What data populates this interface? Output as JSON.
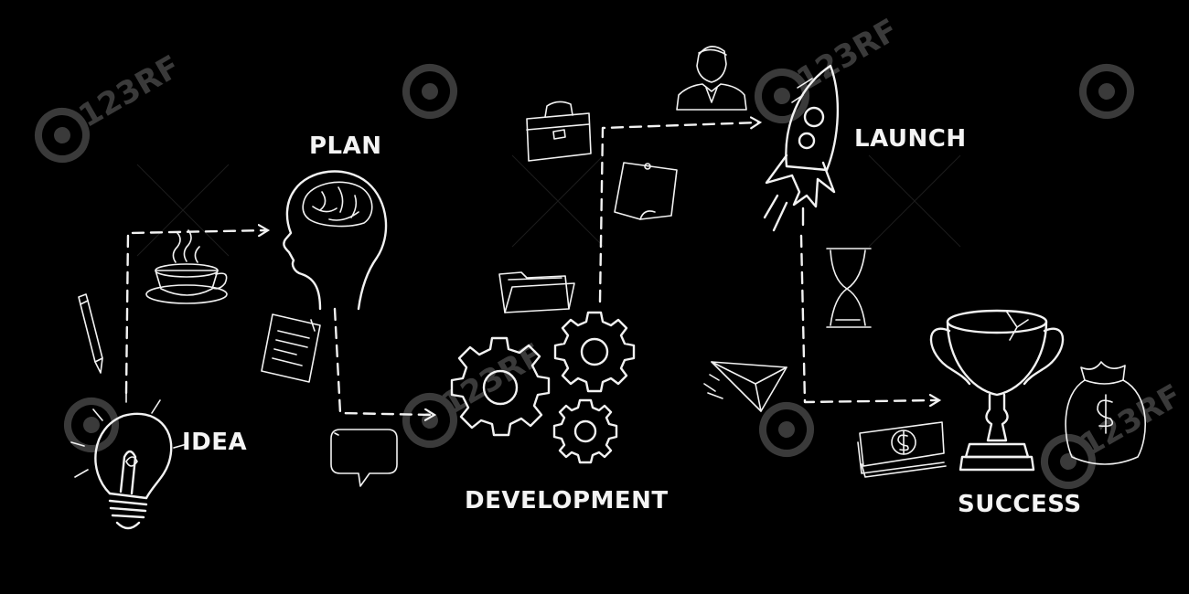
{
  "diagram": {
    "background": "#000000",
    "ink": "#f2f2f2",
    "stages": [
      {
        "id": "idea",
        "label": "IDEA",
        "icon": "lightbulb-icon"
      },
      {
        "id": "plan",
        "label": "PLAN",
        "icon": "head-brain-icon"
      },
      {
        "id": "development",
        "label": "DEVELOPMENT",
        "icon": "gears-icon"
      },
      {
        "id": "launch",
        "label": "LAUNCH",
        "icon": "rocket-icon"
      },
      {
        "id": "success",
        "label": "SUCCESS",
        "icon": "trophy-icon"
      }
    ],
    "decorations": [
      "pencil-icon",
      "coffee-cup-icon",
      "document-icon",
      "speech-bubble-icon",
      "folder-icon",
      "briefcase-icon",
      "sticky-note-icon",
      "businessman-icon",
      "hourglass-icon",
      "paper-plane-icon",
      "money-stack-icon",
      "money-bag-icon"
    ],
    "watermark": "123RF"
  }
}
